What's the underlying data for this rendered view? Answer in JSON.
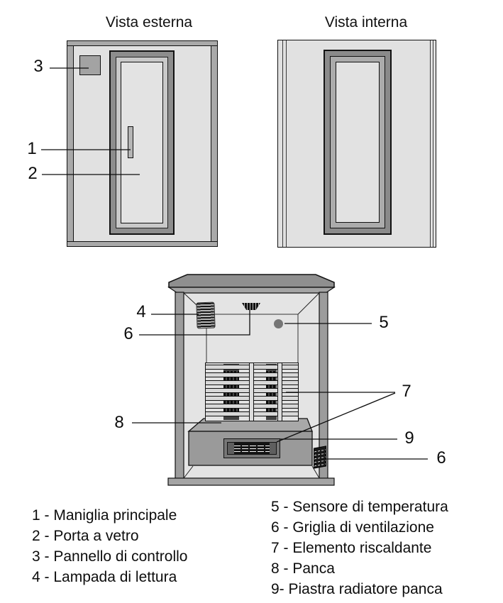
{
  "figures": {
    "external": {
      "title": "Vista esterna",
      "callouts": [
        {
          "n": "3"
        },
        {
          "n": "1"
        },
        {
          "n": "2"
        }
      ]
    },
    "internal": {
      "title": "Vista interna"
    },
    "perspective": {
      "callouts_left": [
        {
          "n": "4"
        },
        {
          "n": "6"
        },
        {
          "n": "8"
        }
      ],
      "callouts_right": [
        {
          "n": "5"
        },
        {
          "n": "7"
        },
        {
          "n": "9"
        },
        {
          "n": "6"
        }
      ]
    }
  },
  "legend": {
    "left": [
      {
        "text": "1 - Maniglia principale"
      },
      {
        "text": "2 - Porta a vetro"
      },
      {
        "text": "3 - Pannello di controllo"
      },
      {
        "text": "4 - Lampada di lettura"
      }
    ],
    "right": [
      {
        "text": "5 - Sensore di temperatura"
      },
      {
        "text": "6 - Griglia di ventilazione"
      },
      {
        "text": "7 - Elemento riscaldante"
      },
      {
        "text": "8 - Panca"
      },
      {
        "text": "9- Piastra radiatore panca"
      }
    ]
  },
  "colors": {
    "wall": "#e1e1e1",
    "frame_band": "#a9a9a9",
    "door_frame": "#8d8d8d",
    "door_mid_frame": "#ababab",
    "glass": "#e3e3e3",
    "outline": "#111111",
    "dark_element": "#141414",
    "bench_front": "#9a9a9a",
    "bench_top": "#a8a8a8",
    "roof": "#8f8f8f",
    "sensor": "#757575"
  }
}
